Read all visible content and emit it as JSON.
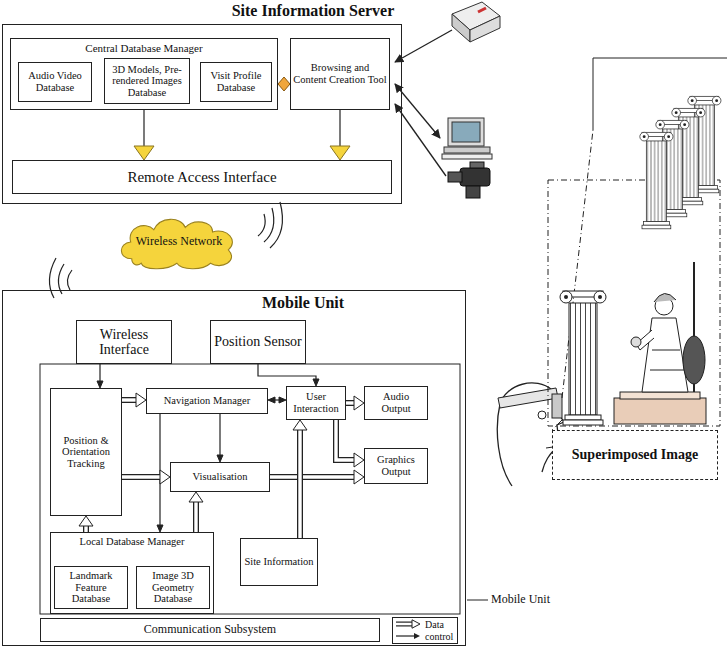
{
  "diagram": {
    "nodes": [
      {
        "text": [
          "Site Information Server"
        ]
      },
      {
        "text": [
          "Central Database Manager"
        ],
        "in": 0
      },
      {
        "text": [
          "Audio Video Database"
        ],
        "in": 1
      },
      {
        "text": [
          "3D Models, Pre-rendered Images Database"
        ],
        "in": 1
      },
      {
        "text": [
          "Visit Profile Database"
        ],
        "in": 1
      },
      {
        "text": [
          "Browsing and Content Creation Tool"
        ],
        "in": 0
      },
      {
        "text": [
          "Remote Access Interface"
        ],
        "in": 0
      },
      {
        "text": [
          "Wireless Network"
        ]
      },
      {
        "text": [
          "Mobile Unit"
        ]
      },
      {
        "text": [
          "Wireless Interface"
        ],
        "in": 8
      },
      {
        "text": [
          "Position Sensor"
        ],
        "in": 8
      },
      {
        "text": [
          "Position & Orientation Tracking"
        ],
        "in": 8
      },
      {
        "text": [
          "Navigation Manager"
        ],
        "in": 8
      },
      {
        "text": [
          "User Interaction"
        ],
        "in": 8
      },
      {
        "text": [
          "Audio Output"
        ],
        "in": 8
      },
      {
        "text": [
          "Visualisation"
        ],
        "in": 8
      },
      {
        "text": [
          "Graphics Output"
        ],
        "in": 8
      },
      {
        "text": [
          "Local Database Manager"
        ],
        "in": 8
      },
      {
        "text": [
          "Landmark Feature Database"
        ],
        "in": 17
      },
      {
        "text": [
          "Image 3D Geometry Database"
        ],
        "in": 17
      },
      {
        "text": [
          "Site Information"
        ],
        "in": 8
      },
      {
        "text": [
          "Communication Subsystem"
        ],
        "in": 8
      },
      {
        "text": [
          "Superimposed Image"
        ]
      }
    ],
    "edges": [
      {
        "from": 1,
        "to": 5,
        "arrow": "none"
      },
      {
        "from": 1,
        "to": 6,
        "arrow": "to"
      },
      {
        "from": 5,
        "to": 6,
        "arrow": "to"
      },
      {
        "from": 11,
        "to": 12,
        "arrow": "to"
      },
      {
        "from": 12,
        "to": 13,
        "arrow": "both"
      },
      {
        "from": 9,
        "to": 11,
        "arrow": "to"
      },
      {
        "from": 10,
        "to": 13,
        "arrow": "to"
      },
      {
        "from": 13,
        "to": 14,
        "arrow": "to"
      },
      {
        "from": 13,
        "to": 16,
        "arrow": "to"
      },
      {
        "from": 12,
        "to": 15,
        "arrow": "to"
      },
      {
        "from": 12,
        "to": 17,
        "arrow": "to"
      },
      {
        "from": 11,
        "to": 15,
        "arrow": "to"
      },
      {
        "from": 15,
        "to": 16,
        "arrow": "to"
      },
      {
        "from": 17,
        "to": 11,
        "arrow": "to"
      },
      {
        "from": 17,
        "to": 15,
        "arrow": "to"
      },
      {
        "from": 20,
        "to": 13,
        "arrow": "to"
      }
    ],
    "labels": [
      "Mobile Unit"
    ],
    "legend": [
      {
        "text": "Data"
      },
      {
        "text": "control"
      }
    ]
  }
}
